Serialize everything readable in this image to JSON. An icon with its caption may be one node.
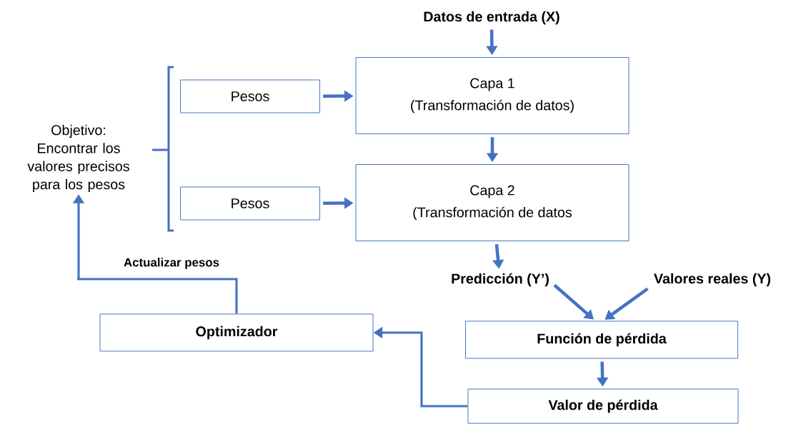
{
  "diagram": {
    "nodes": [
      {
        "text": [
          "Datos de entrada (X)"
        ]
      },
      {
        "text": [
          "Pesos"
        ]
      },
      {
        "text": [
          "Capa 1",
          "(Transformación de datos)"
        ]
      },
      {
        "text": [
          "Objetivo: Encontrar los valores precisos para los pesos"
        ]
      },
      {
        "text": [
          "Pesos"
        ]
      },
      {
        "text": [
          "Capa 2",
          "(Transformación de datos"
        ]
      },
      {
        "text": [
          "Predicción (Y’)"
        ]
      },
      {
        "text": [
          "Valores reales (Y)"
        ]
      },
      {
        "text": [
          "Optimizador"
        ]
      },
      {
        "text": [
          "Función de pérdida"
        ]
      },
      {
        "text": [
          "Valor de pérdida"
        ]
      }
    ],
    "edges": [
      {
        "from": 0,
        "to": 2,
        "arrow": "to"
      },
      {
        "from": 1,
        "to": 2,
        "arrow": "to"
      },
      {
        "from": 2,
        "to": 5,
        "arrow": "to"
      },
      {
        "from": 4,
        "to": 5,
        "arrow": "to"
      },
      {
        "from": 5,
        "to": 6,
        "arrow": "to"
      },
      {
        "from": 6,
        "to": 9,
        "arrow": "to"
      },
      {
        "from": 7,
        "to": 9,
        "arrow": "to"
      },
      {
        "from": 9,
        "to": 10,
        "arrow": "to"
      },
      {
        "from": 10,
        "to": 8,
        "arrow": "to"
      },
      {
        "from": 8,
        "to": 3,
        "label": "Actualizar pesos",
        "arrow": "to"
      }
    ]
  }
}
